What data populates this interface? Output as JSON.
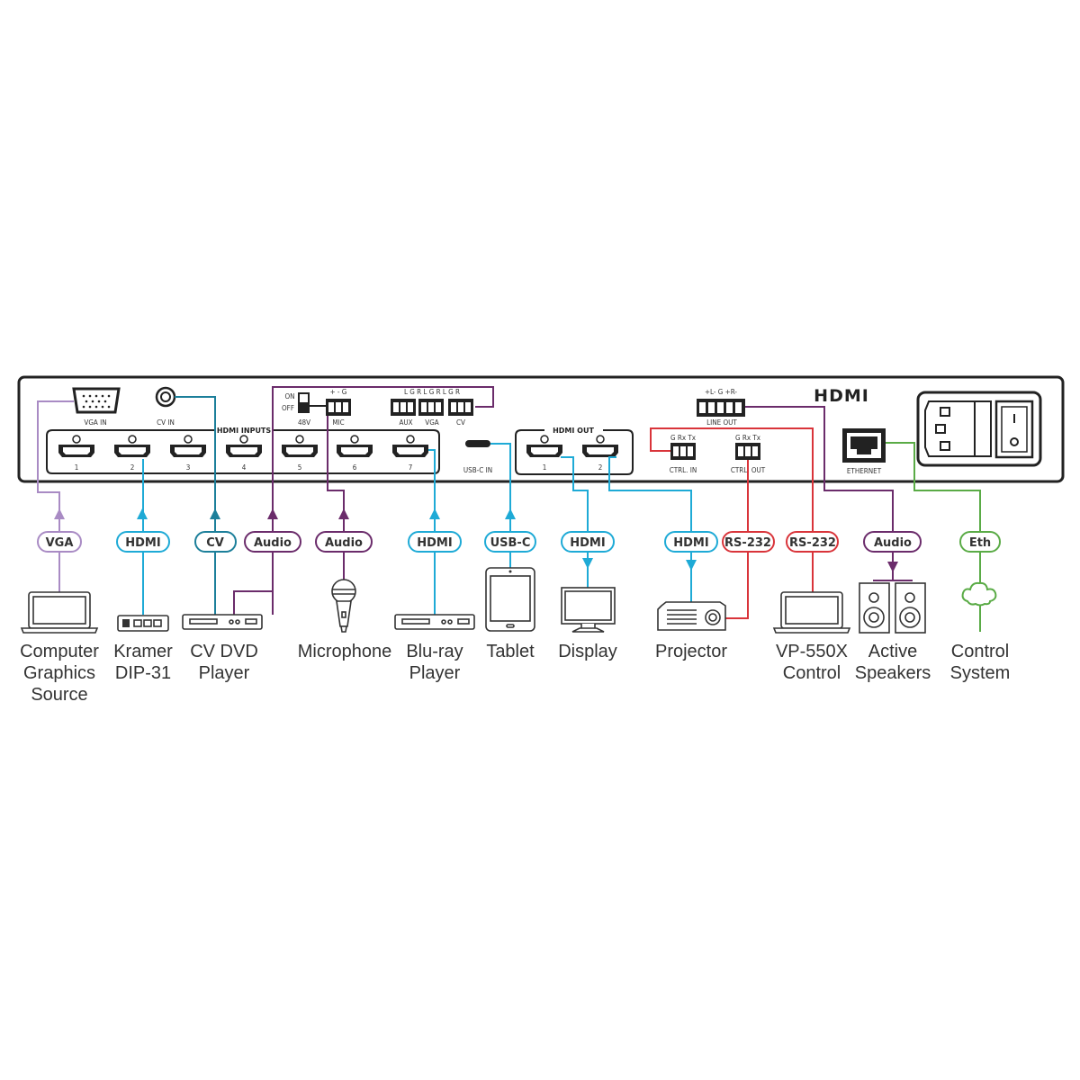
{
  "colors": {
    "vga": "#a98bc4",
    "hdmi": "#1eaad6",
    "cv": "#1c7f9a",
    "audio": "#6b2c6b",
    "rs232": "#d9343a",
    "eth": "#5aab46",
    "panel": "#222222"
  },
  "panel": {
    "vga_in": "VGA IN",
    "cv_in": "CV IN",
    "hdmi_inputs": "HDMI INPUTS",
    "hdmi_input_numbers": [
      "1",
      "2",
      "3",
      "4",
      "5",
      "6",
      "7"
    ],
    "switch_on": "ON",
    "switch_off": "OFF",
    "phantom": "48V",
    "mic_pins": "+  -  G",
    "mic": "MIC",
    "audio_pins": "L G R  L G R  L G R",
    "aux": "AUX",
    "vga": "VGA",
    "cv": "CV",
    "usbc_in": "USB-C IN",
    "hdmi_out": "HDMI OUT",
    "hdmi_output_numbers": [
      "1",
      "2"
    ],
    "line_out_pins": "+L-  G  +R-",
    "line_out": "LINE OUT",
    "ctrl_pins": "G Rx Tx",
    "ctrl_in": "CTRL. IN",
    "ctrl_out": "CTRL. OUT",
    "hdmi_logo": "HDMI",
    "ethernet": "ETHERNET"
  },
  "connections": [
    {
      "label": "VGA"
    },
    {
      "label": "HDMI"
    },
    {
      "label": "CV"
    },
    {
      "label": "Audio"
    },
    {
      "label": "Audio"
    },
    {
      "label": "HDMI"
    },
    {
      "label": "USB-C"
    },
    {
      "label": "HDMI"
    },
    {
      "label": "HDMI"
    },
    {
      "label": "RS-232"
    },
    {
      "label": "RS-232"
    },
    {
      "label": "Audio"
    },
    {
      "label": "Eth"
    }
  ],
  "devices": [
    {
      "lines": [
        "Computer",
        "Graphics",
        "Source"
      ]
    },
    {
      "lines": [
        "Kramer",
        "DIP-31"
      ]
    },
    {
      "lines": [
        "CV DVD",
        "Player"
      ]
    },
    {
      "lines": [
        "Microphone"
      ]
    },
    {
      "lines": [
        "Blu-ray",
        "Player"
      ]
    },
    {
      "lines": [
        "Tablet"
      ]
    },
    {
      "lines": [
        "Display"
      ]
    },
    {
      "lines": [
        "Projector"
      ]
    },
    {
      "lines": [
        "VP-550X",
        "Control"
      ]
    },
    {
      "lines": [
        "Active",
        "Speakers"
      ]
    },
    {
      "lines": [
        "Control",
        "System"
      ]
    }
  ]
}
